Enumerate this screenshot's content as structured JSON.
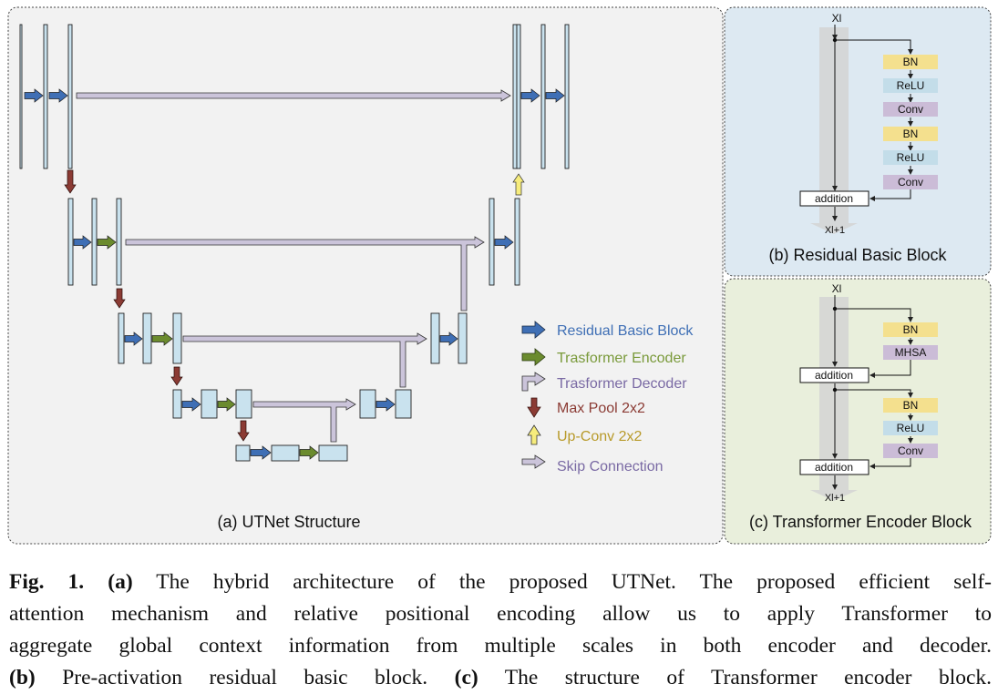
{
  "panels": {
    "a": {
      "title": "(a) UTNet Structure"
    },
    "b": {
      "title": "(b) Residual Basic Block"
    },
    "c": {
      "title": "(c) Transformer Encoder Block"
    }
  },
  "legend": [
    {
      "label": "Residual Basic Block",
      "icon": "blue-arrow-icon",
      "color": "#3f6fb5"
    },
    {
      "label": "Trasformer Encoder",
      "icon": "green-arrow-icon",
      "color": "#7a9a3b"
    },
    {
      "label": "Trasformer Decoder",
      "icon": "lavender-elbow-arrow-icon",
      "color": "#7a6aa4"
    },
    {
      "label": "Max Pool 2x2",
      "icon": "red-down-arrow-icon",
      "color": "#8b3b34"
    },
    {
      "label": "Up-Conv 2x2",
      "icon": "yellow-up-arrow-icon",
      "color": "#b89a2a"
    },
    {
      "label": "Skip Connection",
      "icon": "lavender-arrow-icon",
      "color": "#7a6aa4"
    }
  ],
  "block_b": {
    "input": "Xl",
    "layers": [
      "BN",
      "ReLU",
      "Conv",
      "BN",
      "ReLU",
      "Conv"
    ],
    "addition": "addition",
    "output": "Xl+1"
  },
  "block_c": {
    "input": "Xl",
    "attention": [
      "BN",
      "MHSA"
    ],
    "addition1": "addition",
    "mlp": [
      "BN",
      "ReLU",
      "Conv"
    ],
    "addition2": "addition",
    "output": "Xl+1"
  },
  "caption": {
    "fig": "Fig. 1.",
    "a": "(a)",
    "b": "(b)",
    "c": "(c)",
    "line1": "The hybrid architecture of the proposed UTNet. The proposed efficient self-",
    "line2": "attention mechanism and relative positional encoding allow us to apply Transformer to",
    "line3": "aggregate global context information from multiple scales in both encoder and decoder.",
    "line4b": "Pre-activation residual basic block.",
    "line4c": "The structure of Transformer encoder block."
  },
  "colors": {
    "panel_a_bg": "#f2f2f2",
    "panel_b_bg": "#dde9f2",
    "panel_c_bg": "#e9efdc",
    "feature_map": "#c9e2ee",
    "bn": "#f4e08e",
    "relu": "#c3dde9",
    "conv": "#cbbcd7",
    "mhsa": "#cbbcd7",
    "residual_arrow": "#3f6fb5",
    "encoder_arrow": "#6b8b2e",
    "pool_arrow": "#8b3b34",
    "upconv_arrow": "#f6ec7c",
    "skip_arrow": "#cbc4da"
  }
}
